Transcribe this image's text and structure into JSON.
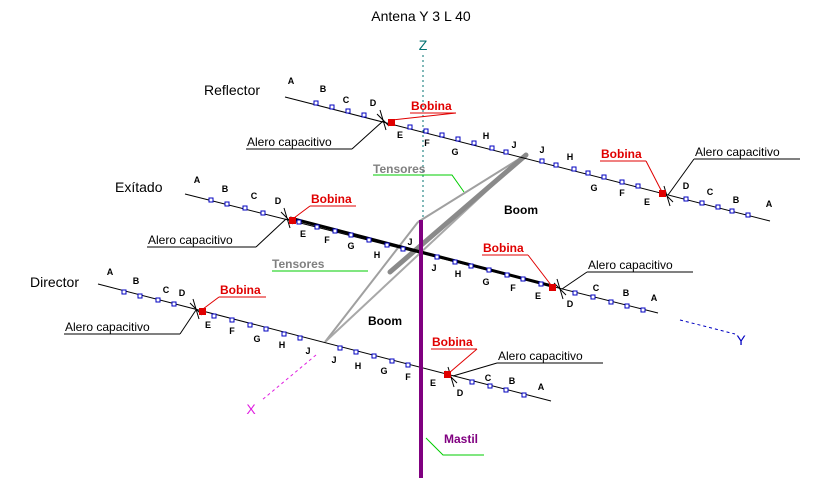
{
  "title": "Antena Y 3 L 40",
  "axes": {
    "z": "Z",
    "y": "Y",
    "x": "X"
  },
  "colors": {
    "axis_z": "#007070",
    "axis_y": "#0000c0",
    "axis_x": "#e020e0",
    "bobina": "#e00000",
    "mast": "#800080",
    "guide_line": "#00cc00",
    "tensor": "#a0a0a0"
  },
  "elements": {
    "reflector": {
      "name": "Reflector",
      "left_letters": [
        "A",
        "B",
        "C",
        "D",
        "E",
        "F",
        "G",
        "H",
        "J"
      ],
      "right_letters": [
        "J",
        "H",
        "G",
        "F",
        "E",
        "D",
        "C",
        "B",
        "A"
      ],
      "bobina_left": "Bobina",
      "bobina_right": "Bobina",
      "alero_left": "Alero capacitivo",
      "alero_right": "Alero capacitivo"
    },
    "excitado": {
      "name": "Exítado",
      "left_letters": [
        "A",
        "B",
        "C",
        "D",
        "E",
        "F",
        "G",
        "H",
        "J"
      ],
      "right_letters": [
        "J",
        "H",
        "G",
        "F",
        "E",
        "D",
        "C",
        "B",
        "A"
      ],
      "bobina_left": "Bobina",
      "bobina_right": "Bobina",
      "alero_left": "Alero capacitivo",
      "alero_right": "Alero capacitivo"
    },
    "director": {
      "name": "Director",
      "left_letters": [
        "A",
        "B",
        "C",
        "D",
        "E",
        "F",
        "G",
        "H",
        "J"
      ],
      "right_letters": [
        "J",
        "H",
        "G",
        "F",
        "E",
        "D",
        "C",
        "B",
        "A"
      ],
      "bobina_left": "Bobina",
      "bobina_right": "Bobina",
      "alero_left": "Alero capacitivo",
      "alero_right": "Alero capacitivo"
    }
  },
  "labels": {
    "tensores_upper": "Tensores",
    "tensores_lower": "Tensores",
    "boom_upper": "Boom",
    "boom_lower": "Boom",
    "mastil": "Mastil"
  }
}
